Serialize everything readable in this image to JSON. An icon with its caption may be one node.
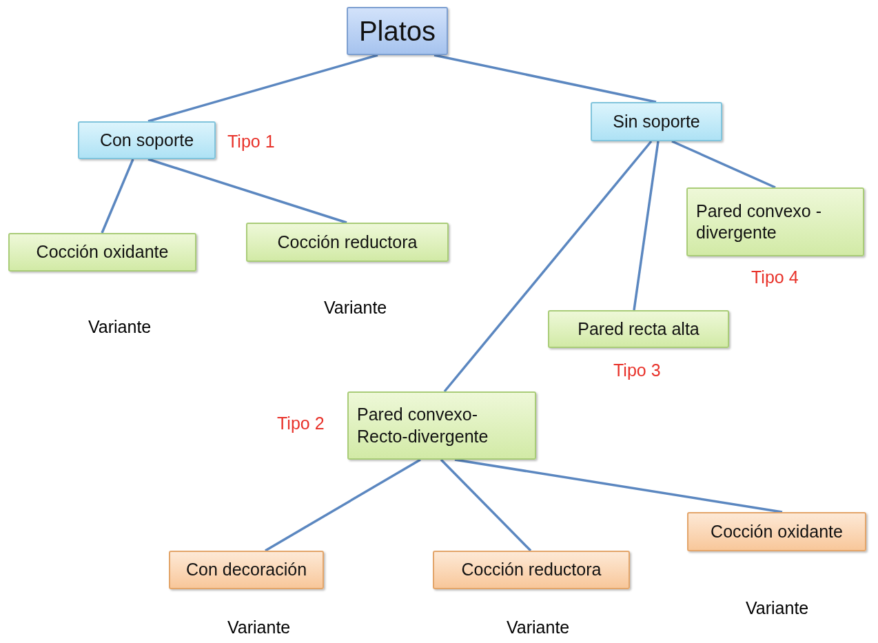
{
  "diagram": {
    "nodes": [
      {
        "text": [
          "Platos"
        ]
      },
      {
        "text": [
          "Con soporte"
        ],
        "beside": [
          "Tipo 1"
        ]
      },
      {
        "text": [
          "Sin soporte"
        ]
      },
      {
        "text": [
          "Cocción oxidante"
        ],
        "beside": [
          "Variante"
        ]
      },
      {
        "text": [
          "Cocción reductora"
        ],
        "beside": [
          "Variante"
        ]
      },
      {
        "text": [
          "Pared convexo - divergente"
        ],
        "beside": [
          "Tipo 4"
        ]
      },
      {
        "text": [
          "Pared recta alta"
        ],
        "beside": [
          "Tipo 3"
        ]
      },
      {
        "text": [
          "Pared convexo- Recto-divergente"
        ],
        "beside": [
          "Tipo 2"
        ]
      },
      {
        "text": [
          "Con decoración"
        ],
        "beside": [
          "Variante"
        ]
      },
      {
        "text": [
          "Cocción reductora"
        ],
        "beside": [
          "Variante"
        ]
      },
      {
        "text": [
          "Cocción oxidante"
        ],
        "beside": [
          "Variante"
        ]
      }
    ],
    "edges": [
      {
        "from": 0,
        "to": 1,
        "arrow": "none"
      },
      {
        "from": 0,
        "to": 2,
        "arrow": "none"
      },
      {
        "from": 1,
        "to": 3,
        "arrow": "none"
      },
      {
        "from": 1,
        "to": 4,
        "arrow": "none"
      },
      {
        "from": 2,
        "to": 5,
        "arrow": "none"
      },
      {
        "from": 2,
        "to": 6,
        "arrow": "none"
      },
      {
        "from": 2,
        "to": 7,
        "arrow": "none"
      },
      {
        "from": 7,
        "to": 8,
        "arrow": "none"
      },
      {
        "from": 7,
        "to": 9,
        "arrow": "none"
      },
      {
        "from": 7,
        "to": 10,
        "arrow": "none"
      }
    ]
  }
}
